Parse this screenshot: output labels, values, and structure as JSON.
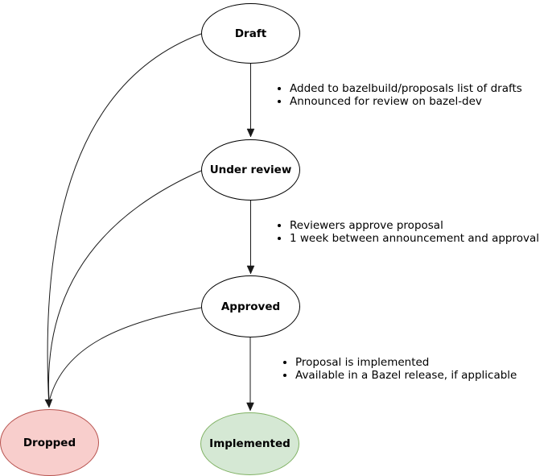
{
  "diagram": {
    "background": "#ffffff",
    "edge_color": "#1a1a1a",
    "nodes": [
      {
        "id": "draft",
        "label": "Draft",
        "fill": "#ffffff",
        "stroke": "#000000"
      },
      {
        "id": "under-review",
        "label": "Under review",
        "fill": "#ffffff",
        "stroke": "#000000"
      },
      {
        "id": "approved",
        "label": "Approved",
        "fill": "#ffffff",
        "stroke": "#000000"
      },
      {
        "id": "dropped",
        "label": "Dropped",
        "fill": "#f8cecc",
        "stroke": "#b85450"
      },
      {
        "id": "implemented",
        "label": "Implemented",
        "fill": "#d5e8d4",
        "stroke": "#82b366"
      }
    ],
    "edges": [
      {
        "from": "draft",
        "to": "under-review"
      },
      {
        "from": "under-review",
        "to": "approved"
      },
      {
        "from": "approved",
        "to": "implemented"
      },
      {
        "from": "draft",
        "to": "dropped"
      },
      {
        "from": "under-review",
        "to": "dropped"
      },
      {
        "from": "approved",
        "to": "dropped"
      }
    ],
    "annotations": [
      {
        "items": [
          "Added to bazelbuild/proposals list of drafts",
          "Announced for review on bazel-dev"
        ]
      },
      {
        "items": [
          "Reviewers approve proposal",
          "1 week between announcement and approval"
        ]
      },
      {
        "items": [
          "Proposal is implemented",
          "Available in a Bazel release, if applicable"
        ]
      }
    ]
  }
}
